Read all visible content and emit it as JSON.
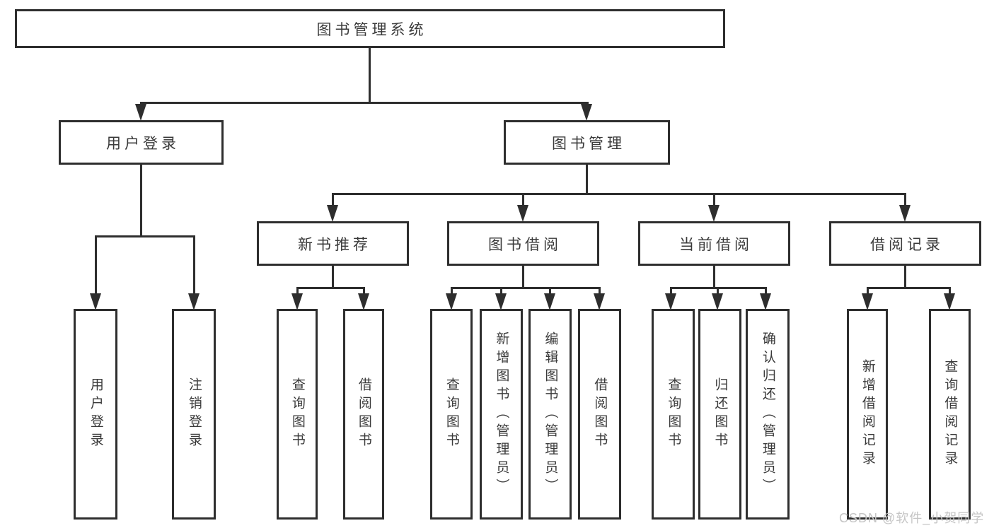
{
  "diagram": {
    "root": {
      "label": "图书管理系统"
    },
    "level2": {
      "user_login": {
        "label": "用户登录"
      },
      "book_mgmt": {
        "label": "图书管理"
      }
    },
    "level3": {
      "new_books": {
        "label": "新书推荐"
      },
      "borrowing": {
        "label": "图书借阅"
      },
      "current": {
        "label": "当前借阅"
      },
      "records": {
        "label": "借阅记录"
      }
    },
    "leaves": {
      "user_login": [
        "用户登录",
        "注销登录"
      ],
      "new_books": [
        "查询图书",
        "借阅图书"
      ],
      "borrowing": [
        "查询图书",
        "新增图书（管理员）",
        "编辑图书（管理员）",
        "借阅图书"
      ],
      "current": [
        "查询图书",
        "归还图书",
        "确认归还（管理员）"
      ],
      "records": [
        "新增借阅记录",
        "查询借阅记录"
      ]
    },
    "watermark": "CSDN @软件_小贺同学",
    "colors": {
      "line": "#2e2e2e",
      "text": "#3a3a3a",
      "watermark": "#c5c5c5",
      "background": "#ffffff"
    }
  }
}
